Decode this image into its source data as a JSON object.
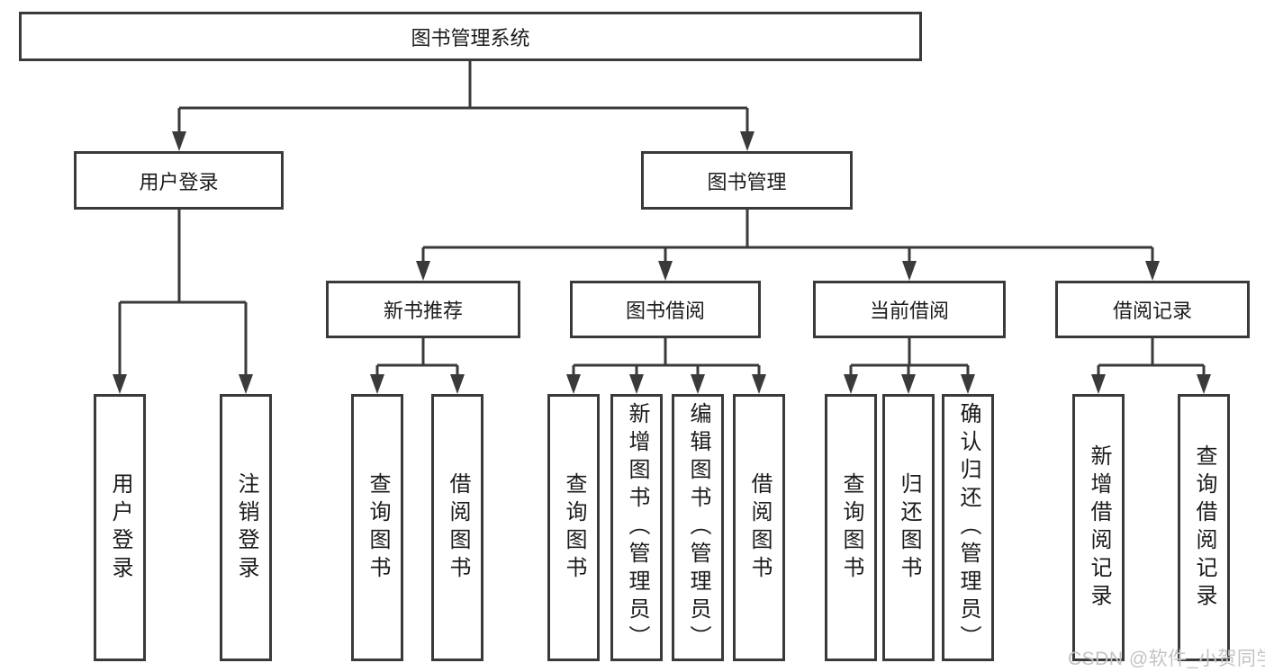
{
  "diagram_title": "图书管理系统",
  "colors": {
    "line": "#3a3a3a",
    "box_border": "#3a3a3a",
    "text": "#1b1b1b",
    "background": "#ffffff",
    "watermark": "#c3c3c3"
  },
  "nodes": {
    "root": {
      "label": "图书管理系统"
    },
    "user_login": {
      "label": "用户登录"
    },
    "book_management": {
      "label": "图书管理"
    },
    "new_book_recommend": {
      "label": "新书推荐"
    },
    "book_borrow": {
      "label": "图书借阅"
    },
    "current_borrow": {
      "label": "当前借阅"
    },
    "borrow_records": {
      "label": "借阅记录"
    },
    "leaf_user_login": {
      "label": "用户登录"
    },
    "leaf_logout": {
      "label": "注销登录"
    },
    "leaf_query_book_1": {
      "label": "查询图书"
    },
    "leaf_borrow_book_1": {
      "label": "借阅图书"
    },
    "leaf_query_book_2": {
      "label": "查询图书"
    },
    "leaf_add_book": {
      "label": "新增图书（管理员）"
    },
    "leaf_edit_book": {
      "label": "编辑图书（管理员）"
    },
    "leaf_borrow_book_2": {
      "label": "借阅图书"
    },
    "leaf_query_book_3": {
      "label": "查询图书"
    },
    "leaf_return_book": {
      "label": "归还图书"
    },
    "leaf_confirm_return": {
      "label": "确认归还（管理员）"
    },
    "leaf_add_borrow_record": {
      "label": "新增借阅记录"
    },
    "leaf_query_borrow_record": {
      "label": "查询借阅记录"
    }
  },
  "hierarchy": {
    "图书管理系统": {
      "用户登录": [
        "用户登录",
        "注销登录"
      ],
      "图书管理": {
        "新书推荐": [
          "查询图书",
          "借阅图书"
        ],
        "图书借阅": [
          "查询图书",
          "新增图书（管理员）",
          "编辑图书（管理员）",
          "借阅图书"
        ],
        "当前借阅": [
          "查询图书",
          "归还图书",
          "确认归还（管理员）"
        ],
        "借阅记录": [
          "新增借阅记录",
          "查询借阅记录"
        ]
      }
    }
  },
  "watermark": "CSDN @软件_小贺同学"
}
